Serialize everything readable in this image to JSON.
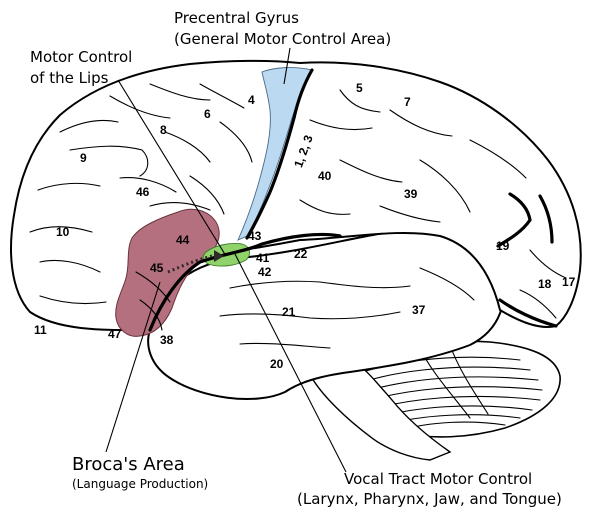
{
  "labels": {
    "precentral_line1": "Precentral Gyrus",
    "precentral_line2": "(General Motor Control Area)",
    "lips_line1": "Motor Control",
    "lips_line2": "of the Lips",
    "broca_title": "Broca's Area",
    "broca_subtitle": "(Language Production)",
    "vocal_line1": "Vocal Tract Motor Control",
    "vocal_line2": "(Larynx, Pharynx, Jaw, and Tongue)"
  },
  "areas": {
    "a4": "4",
    "a5": "5",
    "a6": "6",
    "a7": "7",
    "a8": "8",
    "a9": "9",
    "a10": "10",
    "a11": "11",
    "a123": "1, 2, 3",
    "a17": "17",
    "a18": "18",
    "a19": "19",
    "a20": "20",
    "a21": "21",
    "a22": "22",
    "a37": "37",
    "a38": "38",
    "a39": "39",
    "a40": "40",
    "a41": "41",
    "a42": "42",
    "a43": "43",
    "a44": "44",
    "a45": "45",
    "a46": "46",
    "a47": "47"
  },
  "colors": {
    "precentral": "#bcd9f2",
    "broca": "#b5707f",
    "lips": "#8fd36a",
    "outline": "#000000"
  }
}
